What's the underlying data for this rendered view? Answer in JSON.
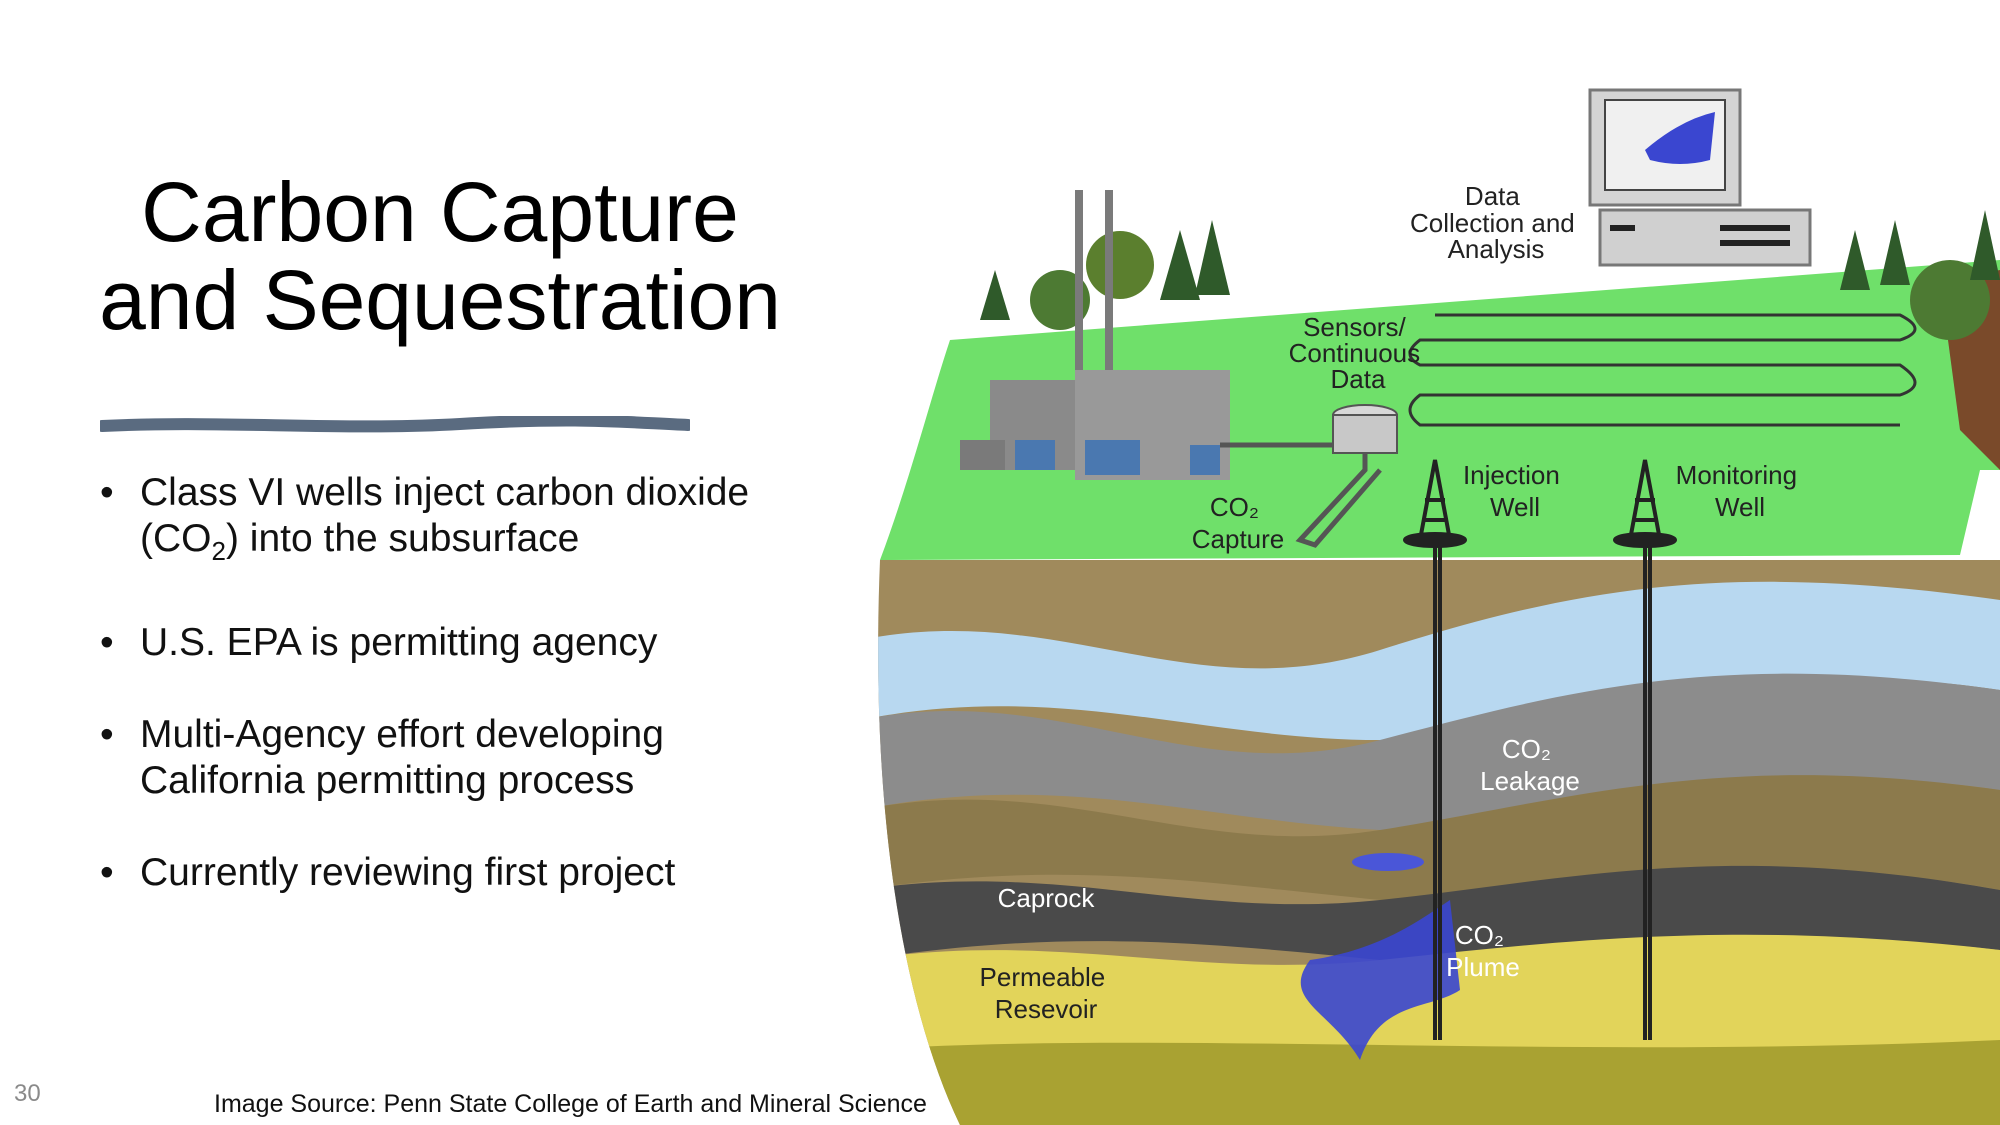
{
  "slide": {
    "title_line1": "Carbon Capture",
    "title_line2": "and Sequestration",
    "page_number": "30",
    "image_source": "Image Source: Penn State College of Earth and Mineral Science",
    "accent_color": "#5a6b80"
  },
  "bullets": [
    {
      "text": "Class VI wells inject carbon dioxide (CO",
      "sub": "2",
      "after": ") into the subsurface"
    },
    {
      "text": "U.S. EPA is permitting agency"
    },
    {
      "text": "Multi-Agency effort developing California permitting process"
    },
    {
      "text": "Currently reviewing first project"
    }
  ],
  "diagram": {
    "data_collection": [
      "Data",
      "Collection and",
      "Analysis"
    ],
    "sensors": [
      "Sensors/",
      "Continuous",
      "Data"
    ],
    "co2_capture": [
      "CO₂",
      "Capture"
    ],
    "injection_well": [
      "Injection",
      "Well"
    ],
    "monitoring_well": [
      "Monitoring",
      "Well"
    ],
    "co2_leakage": [
      "CO₂",
      "Leakage"
    ],
    "caprock": "Caprock",
    "co2_plume": [
      "CO₂",
      "Plume"
    ],
    "permeable_reservoir": [
      "Permeable",
      "Resevoir"
    ],
    "colors": {
      "grass": "#6fe06a",
      "soil": "#a08a5c",
      "water": "#b8d8f0",
      "gray_layer": "#8c8c8c",
      "caprock": "#4a4a4a",
      "reservoir": "#e2d45a",
      "plume": "#3a46d0"
    }
  }
}
